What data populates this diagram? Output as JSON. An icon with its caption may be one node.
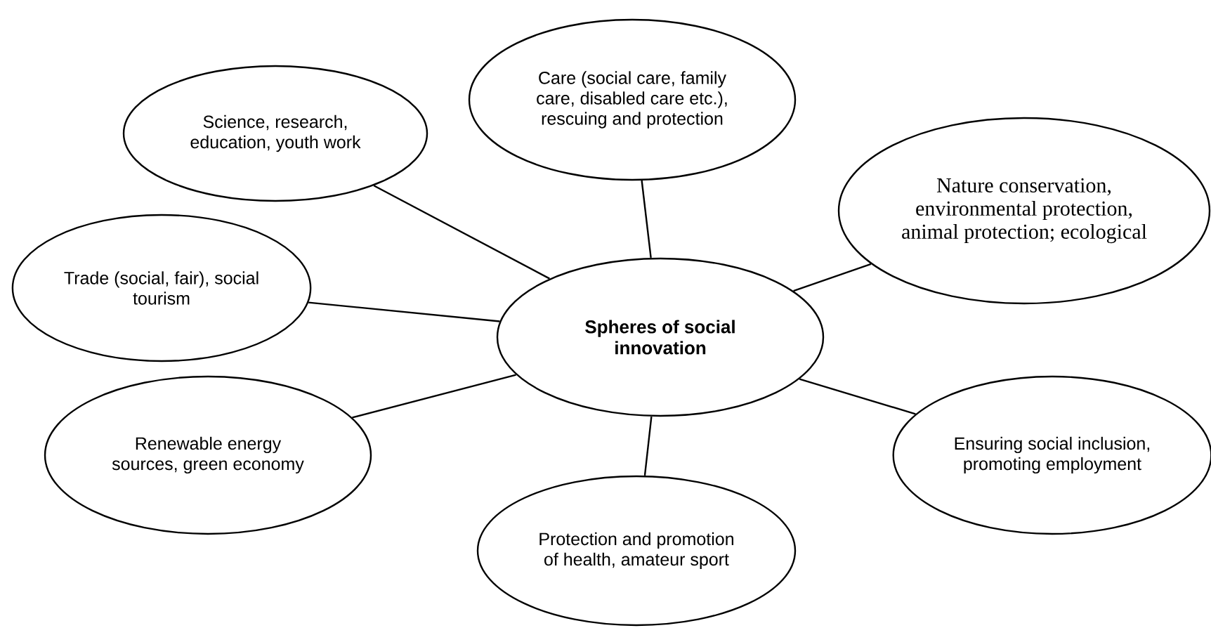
{
  "diagram": {
    "nodes": [
      {
        "text": [
          "Care (social care, family care, disabled care etc.), rescuing and protection"
        ]
      },
      {
        "text": [
          "Science, research, education, youth work"
        ]
      },
      {
        "text": [
          "Nature conservation, environmental protection, animal protection; ecological"
        ]
      },
      {
        "text": [
          "Trade (social, fair), social tourism"
        ]
      },
      {
        "text": [
          "Spheres of social innovation"
        ]
      },
      {
        "text": [
          "Renewable energy sources, green economy"
        ]
      },
      {
        "text": [
          "Ensuring social inclusion, promoting employment"
        ]
      },
      {
        "text": [
          "Protection and promotion of health, amateur sport"
        ]
      }
    ],
    "edges": [
      {
        "from": 4,
        "to": 0,
        "arrow": "none"
      },
      {
        "from": 4,
        "to": 1,
        "arrow": "none"
      },
      {
        "from": 4,
        "to": 2,
        "arrow": "none"
      },
      {
        "from": 4,
        "to": 3,
        "arrow": "none"
      },
      {
        "from": 4,
        "to": 5,
        "arrow": "none"
      },
      {
        "from": 4,
        "to": 6,
        "arrow": "none"
      },
      {
        "from": 4,
        "to": 7,
        "arrow": "none"
      }
    ]
  }
}
